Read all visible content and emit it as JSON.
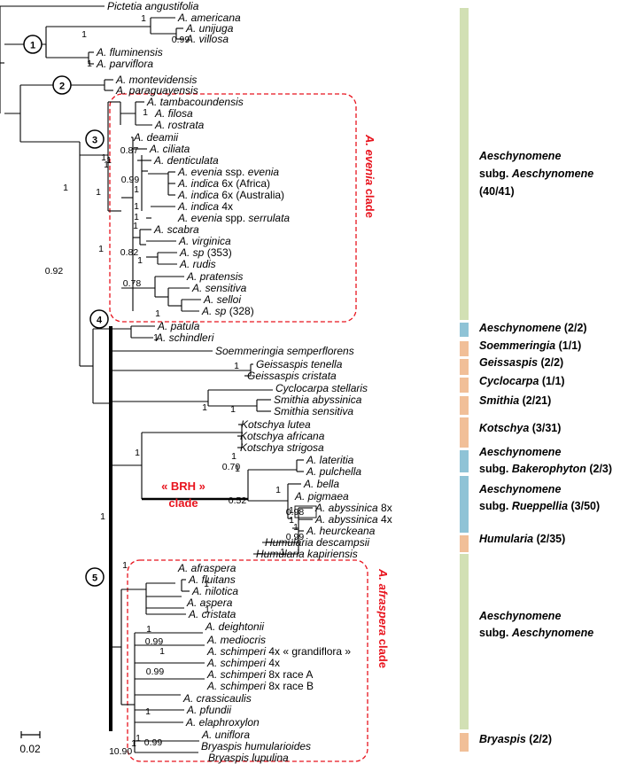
{
  "colors": {
    "green_bar": "#d2e0b4",
    "blue_bar": "#8fc3d6",
    "orange_bar": "#f1bf98",
    "clade_red": "#e8141e"
  },
  "tips": [
    {
      "name": "Pictetia angustifolia"
    },
    {
      "name": "A. americana"
    },
    {
      "name": "A. unijuga"
    },
    {
      "name": "A. villosa"
    },
    {
      "name": "A. fluminensis"
    },
    {
      "name": "A. parviflora"
    },
    {
      "name": "A. montevidensis"
    },
    {
      "name": "A. paraguayensis"
    },
    {
      "name": "A. tambacoundensis"
    },
    {
      "name": "A. filosa"
    },
    {
      "name": "A. rostrata"
    },
    {
      "name": "A. deamii"
    },
    {
      "name": "A. ciliata"
    },
    {
      "name": "A. denticulata"
    },
    {
      "name": "A. evenia",
      "suffix": " ssp. ",
      "name2": "evenia"
    },
    {
      "name": "A. indica",
      "suffix": " 6x (Africa)"
    },
    {
      "name": "A. indica",
      "suffix": " 6x (Australia)"
    },
    {
      "name": "A. indica",
      "suffix": " 4x"
    },
    {
      "name": "A. evenia",
      "suffix": " spp. ",
      "name2": "serrulata"
    },
    {
      "name": "A. scabra"
    },
    {
      "name": "A. virginica"
    },
    {
      "name": "A. sp",
      "suffix": " (353)"
    },
    {
      "name": "A. rudis"
    },
    {
      "name": "A. pratensis"
    },
    {
      "name": "A. sensitiva"
    },
    {
      "name": "A. selloi"
    },
    {
      "name": "A. sp",
      "suffix": " (328)"
    },
    {
      "name": "A. patula"
    },
    {
      "name": "A. schindleri"
    },
    {
      "name": "Soemmeringia semperflorens"
    },
    {
      "name": "Geissaspis tenella"
    },
    {
      "name": "Geissaspis cristata"
    },
    {
      "name": "Cyclocarpa stellaris"
    },
    {
      "name": "Smithia abyssinica"
    },
    {
      "name": "Smithia sensitiva"
    },
    {
      "name": "Kotschya lutea"
    },
    {
      "name": "Kotschya africana"
    },
    {
      "name": "Kotschya strigosa"
    },
    {
      "name": "A. lateritia"
    },
    {
      "name": "A. pulchella"
    },
    {
      "name": "A. bella"
    },
    {
      "name": "A. pigmaea"
    },
    {
      "name": "A. abyssinica",
      "suffix": " 8x"
    },
    {
      "name": "A. abyssinica",
      "suffix": " 4x"
    },
    {
      "name": "A. heurckeana"
    },
    {
      "name": "Humularia descampsii"
    },
    {
      "name": "Humularia kapiriensis"
    },
    {
      "name": "A. afraspera"
    },
    {
      "name": "A. fluitans"
    },
    {
      "name": "A. nilotica"
    },
    {
      "name": "A. aspera"
    },
    {
      "name": "A. cristata"
    },
    {
      "name": "A. deightonii"
    },
    {
      "name": "A. mediocris"
    },
    {
      "name": "A. schimperi",
      "suffix": " 4x « grandiflora »"
    },
    {
      "name": "A. schimperi",
      "suffix": " 4x"
    },
    {
      "name": "A. schimperi",
      "suffix": " 8x race A"
    },
    {
      "name": "A. schimperi",
      "suffix": " 8x race B"
    },
    {
      "name": "A. crassicaulis"
    },
    {
      "name": "A. pfundii"
    },
    {
      "name": "A. elaphroxylon"
    },
    {
      "name": "A. uniflora"
    },
    {
      "name": "Bryaspis humularioides"
    },
    {
      "name": "Bryaspis lupulina"
    }
  ],
  "support_values": [
    "1",
    "0.99",
    "1",
    "1",
    "1",
    "1",
    "1",
    "1",
    "0.87",
    "0.99",
    "1",
    "1",
    "1",
    "1",
    "0.82",
    "1",
    "0.78",
    "1",
    "1",
    "1",
    "0.92",
    "1",
    "1",
    "1",
    "1",
    "1",
    "1",
    "1",
    "0.70",
    "1",
    "0.52",
    "1",
    "1",
    "0.98",
    "1",
    "1",
    "0.99",
    "1",
    "1",
    "1",
    "1",
    "1",
    "1",
    "0.99",
    "1",
    "0.99",
    "1",
    "0.99",
    "1",
    "0.90",
    "1",
    "1"
  ],
  "node_markers": [
    "1",
    "2",
    "3",
    "4",
    "5"
  ],
  "clade_labels": {
    "evenia": "A. evenia clade",
    "afraspera": "A. afraspera clade",
    "brh_top": "« BRH »",
    "brh_bottom": "clade"
  },
  "groups": [
    {
      "lines": [
        {
          "text": "Aeschynomene",
          "italic": true
        },
        {
          "text": "subg. ",
          "italic": false,
          "text2": "Aeschynomene",
          "italic2": true
        },
        {
          "text": "(40/41)",
          "italic": false
        }
      ],
      "color": "green"
    },
    {
      "lines": [
        {
          "text": "Aeschynomene",
          "italic": true,
          "text2": " (2/2)",
          "italic2": false
        }
      ],
      "color": "blue"
    },
    {
      "lines": [
        {
          "text": "Soemmeringia",
          "italic": true,
          "text2": " (1/1)",
          "italic2": false
        }
      ],
      "color": "orange"
    },
    {
      "lines": [
        {
          "text": "Geissaspis",
          "italic": true,
          "text2": " (2/2)",
          "italic2": false
        }
      ],
      "color": "orange"
    },
    {
      "lines": [
        {
          "text": "Cyclocarpa",
          "italic": true,
          "text2": " (1/1)",
          "italic2": false
        }
      ],
      "color": "orange"
    },
    {
      "lines": [
        {
          "text": "Smithia",
          "italic": true,
          "text2": " (2/21)",
          "italic2": false
        }
      ],
      "color": "orange"
    },
    {
      "lines": [
        {
          "text": "Kotschya",
          "italic": true,
          "text2": " (3/31)",
          "italic2": false
        }
      ],
      "color": "orange"
    },
    {
      "lines": [
        {
          "text": "Aeschynomene",
          "italic": true
        },
        {
          "text": "subg. ",
          "italic": false,
          "text2": "Bakerophyton",
          "italic2": true,
          "text3": " (2/3)"
        }
      ],
      "color": "blue"
    },
    {
      "lines": [
        {
          "text": "Aeschynomene",
          "italic": true
        },
        {
          "text": "subg. ",
          "italic": false,
          "text2": "Rueppellia",
          "italic2": true,
          "text3": " (3/50)"
        }
      ],
      "color": "blue"
    },
    {
      "lines": [
        {
          "text": "Humularia",
          "italic": true,
          "text2": " (2/35)",
          "italic2": false
        }
      ],
      "color": "orange"
    },
    {
      "lines": [
        {
          "text": "Aeschynomene",
          "italic": true
        },
        {
          "text": "subg. ",
          "italic": false,
          "text2": "Aeschynomene",
          "italic2": true
        }
      ],
      "color": "green"
    },
    {
      "lines": [
        {
          "text": "Bryaspis",
          "italic": true,
          "text2": " (2/2)",
          "italic2": false
        }
      ],
      "color": "orange"
    }
  ],
  "scale_bar": {
    "label": "0.02"
  }
}
